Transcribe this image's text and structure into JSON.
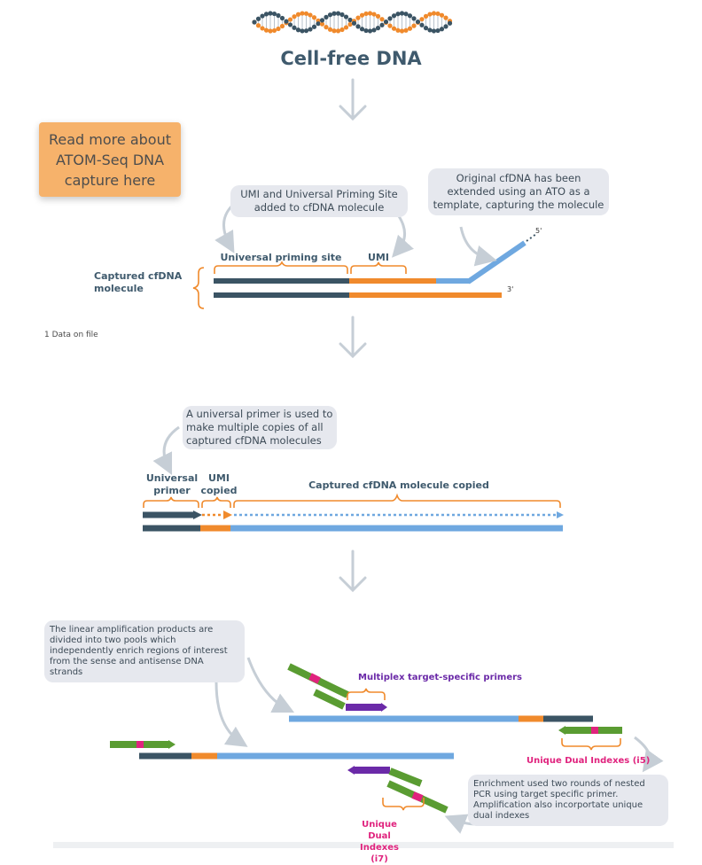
{
  "title": "Cell-free DNA",
  "cta": {
    "label": "Read more about ATOM-Seq DNA capture here"
  },
  "footnote": "1 Data on file",
  "step1": {
    "note_umi": "UMI and Universal Priming Site added to cfDNA molecule",
    "note_original": "Original cfDNA has been extended using an ATO as a template, capturing the molecule",
    "label_ups": "Universal priming site",
    "label_umi": "UMI",
    "label_captured": "Captured cfDNA molecule",
    "end_5": "5'",
    "end_3": "3'"
  },
  "step2": {
    "note_primer": "A universal primer is used to make multiple copies of all captured cfDNA molecules",
    "label_universal_primer": "Universal primer",
    "label_umi_copied": "UMI copied",
    "label_copied": "Captured cfDNA molecule copied"
  },
  "step3": {
    "note_pools": "The linear amplification products are divided into two pools which independently enrich regions of interest from the sense and antisense DNA strands",
    "label_multiplex": "Multiplex target-specific primers",
    "label_i5": "Unique Dual Indexes (i5)",
    "label_i7": "Unique Dual Indexes (i7)",
    "note_enrichment": "Enrichment used two rounds of nested PCR using target specific primer. Amplification also incorportate unique dual indexes"
  },
  "colors": {
    "navy": "#3b5464",
    "orange": "#f08a2c",
    "blue": "#6fa8e0",
    "green": "#5a9c32",
    "pink": "#e0237e",
    "purple": "#6b2aa8",
    "arrow": "#c6ced6"
  },
  "icons": [
    "dna-helix-icon",
    "down-arrow-icon",
    "curved-arrow-icon",
    "brace-icon"
  ]
}
